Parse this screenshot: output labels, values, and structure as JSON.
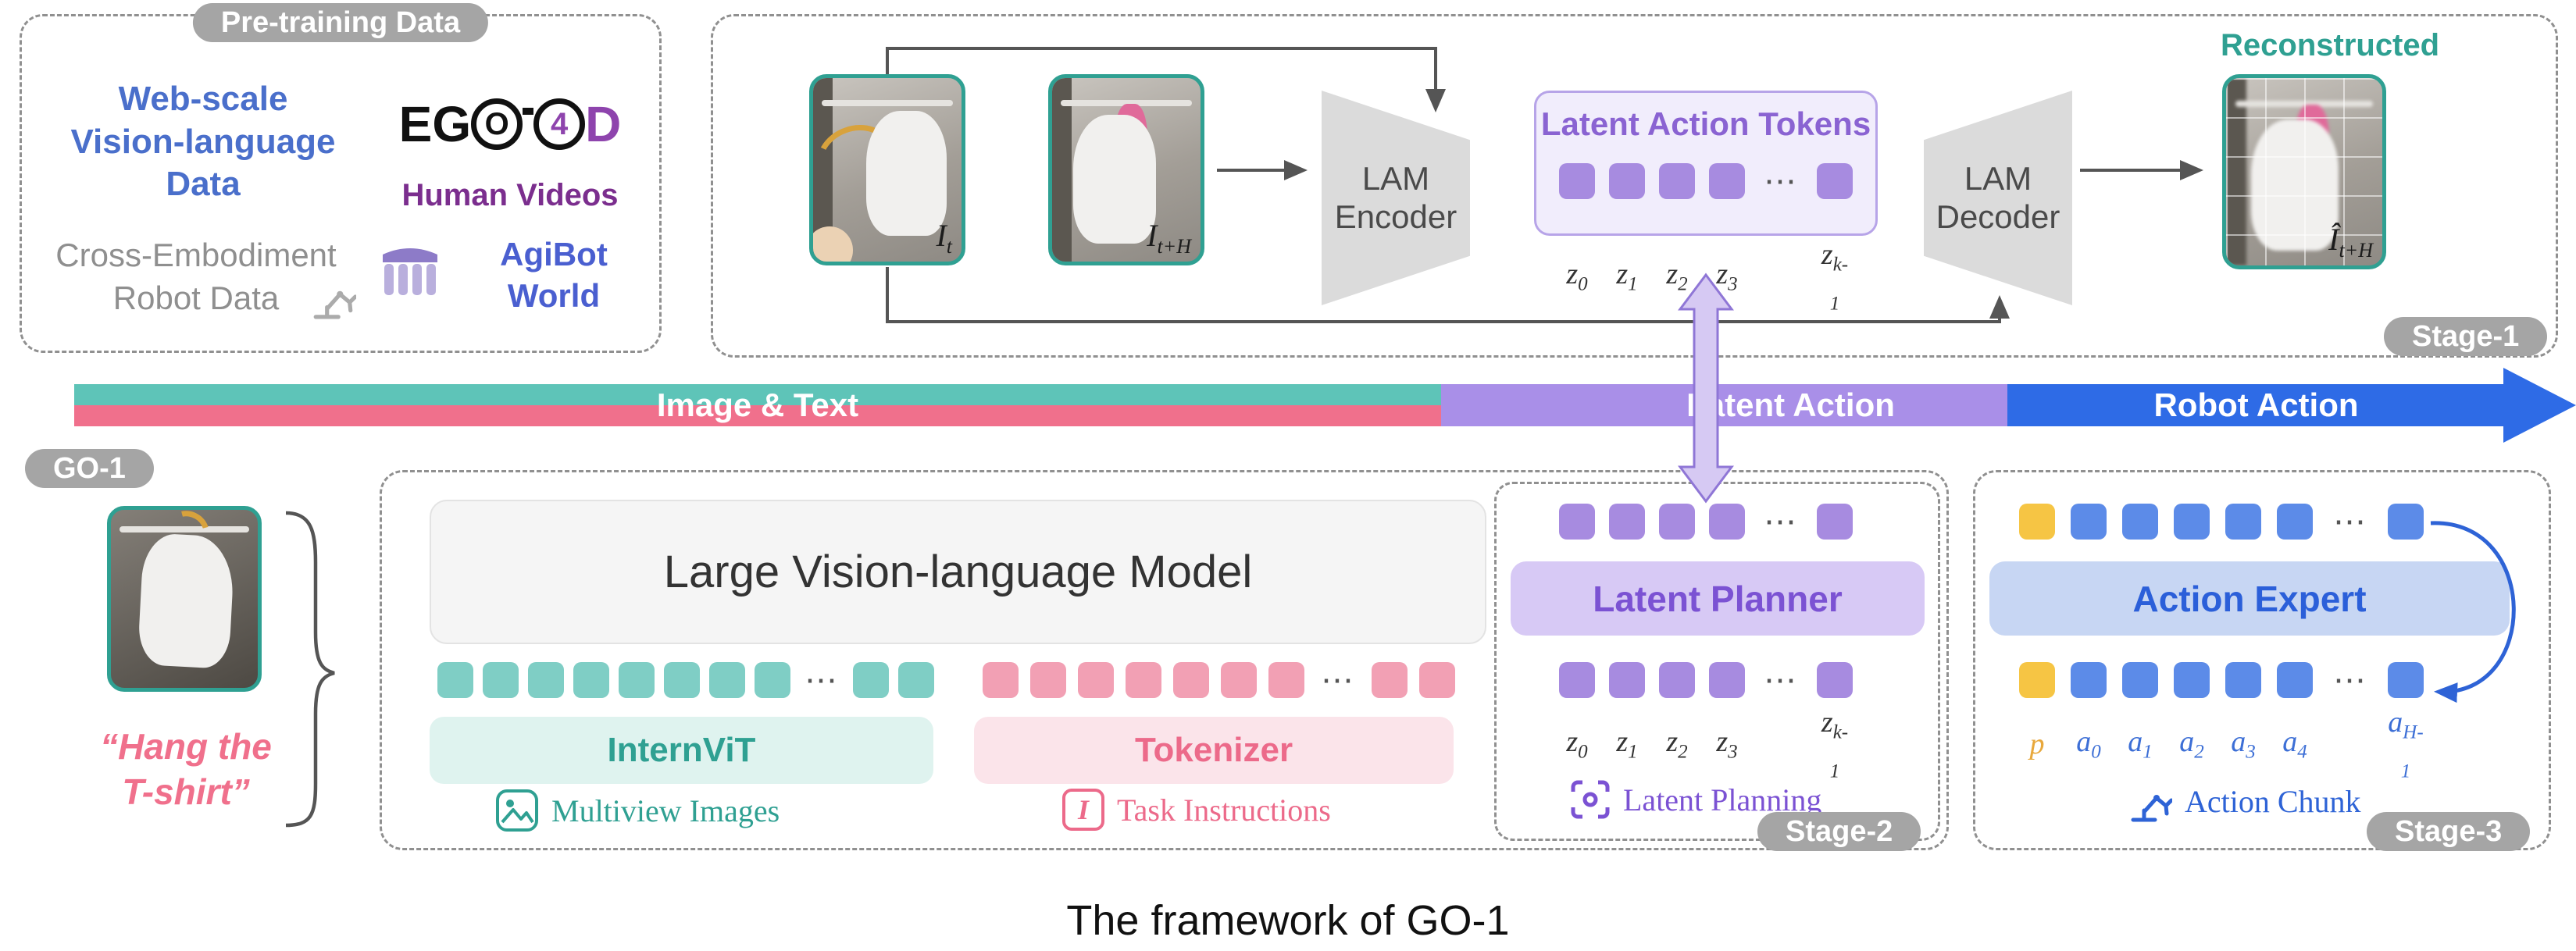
{
  "colors": {
    "teal": "#2FA092",
    "teal_square": "#7FCEC5",
    "pink": "#F0708C",
    "pink_square": "#F2A0B4",
    "purple": "#7B52D3",
    "purple_square": "#A78BE0",
    "blue": "#2E63D6",
    "blue_square": "#5C8BE8",
    "yellow_square": "#F6C544",
    "badge_gray": "#A5A5A5",
    "bar_teal": "#5EC4B8",
    "bar_pink": "#F0708C",
    "bar_purple": "#A98FE8",
    "bar_blue": "#2E6BE6"
  },
  "pretraining": {
    "title": "Pre-training Data",
    "web_scale": "Web-scale\nVision-language\nData",
    "ego_left": "EG",
    "ego_o": "O",
    "ego_4": "4",
    "ego_d": "D",
    "human_videos": "Human Videos",
    "cross_embodiment": "Cross-Embodiment\nRobot Data",
    "agibot_world": "AgiBot\nWorld"
  },
  "stage1": {
    "badge": "Stage-1",
    "lam_encoder": "LAM\nEncoder",
    "lam_decoder": "LAM\nDecoder",
    "tokens_title": "Latent Action Tokens",
    "reconstructed": "Reconstructed",
    "img_t": {
      "base": "I",
      "sub": "t"
    },
    "img_th": {
      "base": "I",
      "sub": "t+H"
    },
    "img_rec": {
      "base": "Î",
      "sub": "t+H"
    }
  },
  "bar": {
    "image_text": "Image & Text",
    "latent_action": "Latent Action",
    "robot_action": "Robot Action"
  },
  "go1": {
    "badge": "GO-1",
    "instruction": "“Hang the\nT-shirt”",
    "vlm_title": "Large Vision-language Model",
    "internvit": "InternViT",
    "tokenizer": "Tokenizer",
    "multiview": "Multiview Images",
    "task_instructions": "Task Instructions",
    "task_icon_glyph": "I"
  },
  "planner": {
    "title": "Latent Planner",
    "caption": "Latent Planning",
    "badge": "Stage-2"
  },
  "action": {
    "title": "Action Expert",
    "caption": "Action Chunk",
    "badge": "Stage-3"
  },
  "caption": "The framework of GO-1",
  "rows": {
    "vision": [
      "teal",
      "teal",
      "teal",
      "teal",
      "teal",
      "teal",
      "teal",
      "teal",
      "dots",
      "teal",
      "teal"
    ],
    "text": [
      "pink",
      "pink",
      "pink",
      "pink",
      "pink",
      "pink",
      "pink",
      "dots",
      "pink",
      "pink"
    ],
    "latent": [
      "purple",
      "purple",
      "purple",
      "purple",
      "dots",
      "purple"
    ],
    "action": [
      "yellow",
      "blue",
      "blue",
      "blue",
      "blue",
      "blue",
      "dots",
      "blue"
    ]
  },
  "z_labels": [
    {
      "b": "z",
      "s": "0"
    },
    {
      "b": "z",
      "s": "1"
    },
    {
      "b": "z",
      "s": "2"
    },
    {
      "b": "z",
      "s": "3"
    },
    "gap",
    {
      "b": "z",
      "s": "k-1"
    }
  ],
  "action_labels": [
    {
      "b": "p",
      "s": "",
      "c": "yellow"
    },
    {
      "b": "a",
      "s": "0"
    },
    {
      "b": "a",
      "s": "1"
    },
    {
      "b": "a",
      "s": "2"
    },
    {
      "b": "a",
      "s": "3"
    },
    {
      "b": "a",
      "s": "4"
    },
    "gap",
    {
      "b": "a",
      "s": "H-1"
    }
  ]
}
